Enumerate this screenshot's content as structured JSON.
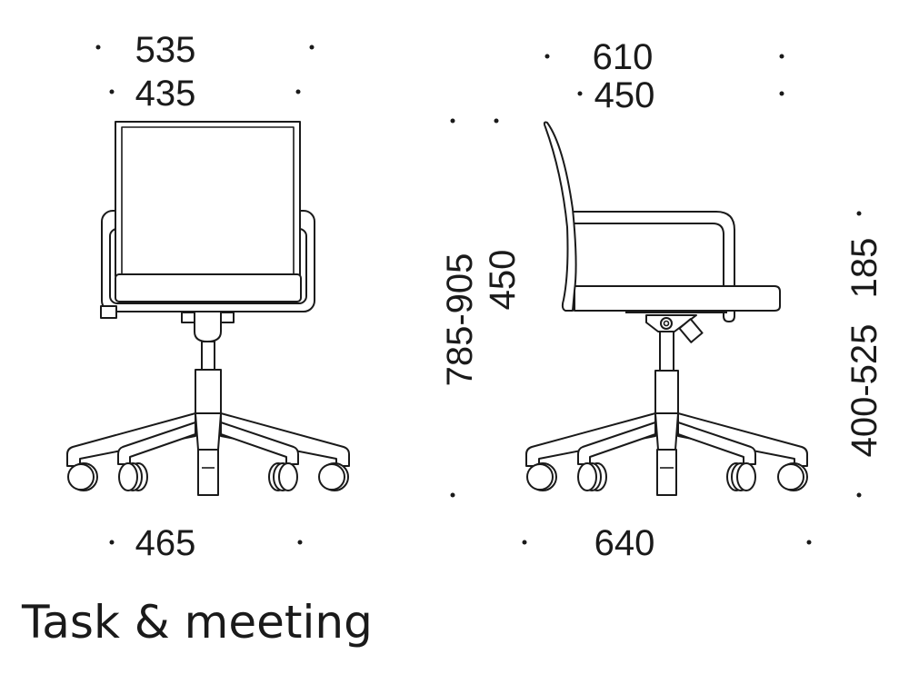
{
  "title": "Task & meeting",
  "front_view": {
    "overall_width": "535",
    "seat_width": "435",
    "base_width": "465"
  },
  "side_view": {
    "overall_depth": "610",
    "seat_depth": "450",
    "base_depth": "640",
    "total_height": "785-905",
    "backrest_height": "450",
    "seat_height": "400-525",
    "armrest_height": "185"
  },
  "colors": {
    "line": "#1a1a1a",
    "background": "#ffffff"
  }
}
